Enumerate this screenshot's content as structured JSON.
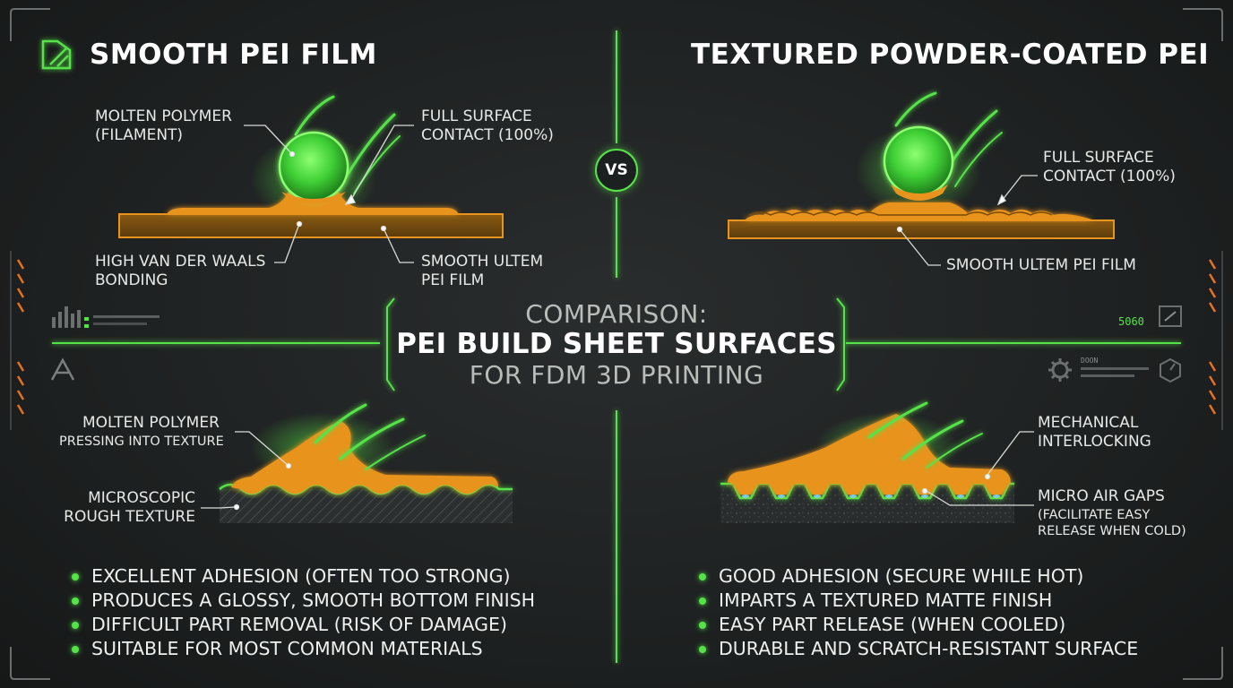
{
  "colors": {
    "accent_green": "#56e34a",
    "polymer_orange": "#e8931e",
    "hud_orange": "#e8711e",
    "background": "#1f2222"
  },
  "center": {
    "line1": "COMPARISON:",
    "line2": "PEI BUILD SHEET SURFACES",
    "line3": "FOR FDM 3D PRINTING",
    "vs_label": "VS"
  },
  "left": {
    "title": "SMOOTH PEI FILM",
    "title_icon": "film-sheet-icon",
    "top_diagram": {
      "label_molten_1": "MOLTEN POLYMER",
      "label_molten_2": "(FILAMENT)",
      "label_contact_1": "FULL SURFACE",
      "label_contact_2": "CONTACT (100%)",
      "label_bonding_1": "HIGH VAN DER WAALS",
      "label_bonding_2": "BONDING",
      "label_film_1": "SMOOTH ULTEM",
      "label_film_2": "PEI FILM"
    },
    "bottom_diagram": {
      "label_molten_1": "MOLTEN POLYMER",
      "label_molten_2": "PRESSING INTO TEXTURE",
      "label_texture_1": "MICROSCOPIC",
      "label_texture_2": "ROUGH TEXTURE"
    },
    "bullets": [
      "EXCELLENT ADHESION (OFTEN TOO STRONG)",
      "PRODUCES A GLOSSY, SMOOTH BOTTOM FINISH",
      "DIFFICULT PART REMOVAL (RISK OF DAMAGE)",
      "SUITABLE FOR MOST COMMON MATERIALS"
    ]
  },
  "right": {
    "title": "TEXTURED POWDER-COATED PEI",
    "top_diagram": {
      "label_contact_1": "FULL SURFACE",
      "label_contact_2": "CONTACT (100%)",
      "label_film": "SMOOTH ULTEM PEI FILM"
    },
    "bottom_diagram": {
      "label_interlock_1": "MECHANICAL",
      "label_interlock_2": "INTERLOCKING",
      "label_gaps": "MICRO AIR GAPS",
      "label_gaps_note_1": "(FACILITATE EASY",
      "label_gaps_note_2": "RELEASE WHEN COLD)"
    },
    "bullets": [
      "GOOD ADHESION (SECURE WHILE HOT)",
      "IMPARTS A TEXTURED MATTE FINISH",
      "EASY PART RELEASE (WHEN COOLED)",
      "DURABLE AND SCRATCH-RESISTANT SURFACE"
    ]
  },
  "hud": {
    "right_code": "5060",
    "right_small": "DOON"
  }
}
